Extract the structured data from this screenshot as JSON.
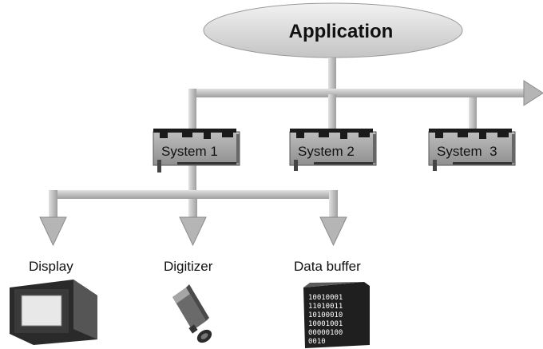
{
  "diagram": {
    "application_label": "Application",
    "systems": [
      {
        "label": "System 1"
      },
      {
        "label": "System 2"
      },
      {
        "label": "System  3"
      }
    ],
    "devices": [
      {
        "label": "Display",
        "icon": "monitor-icon"
      },
      {
        "label": "Digitizer",
        "icon": "camera-icon"
      },
      {
        "label": "Data buffer",
        "icon": "data-buffer-icon"
      }
    ],
    "data_buffer_binary": [
      "10010001",
      "11010011",
      "10100010",
      "10001001",
      "00000100",
      "0010"
    ]
  },
  "colors": {
    "pipe": "#bdbdbd",
    "pipe_edge": "#8a8a8a",
    "ellipse_fill": "#d9d9d9",
    "board": "#a9a9a9",
    "chip": "#1a1a1a"
  }
}
